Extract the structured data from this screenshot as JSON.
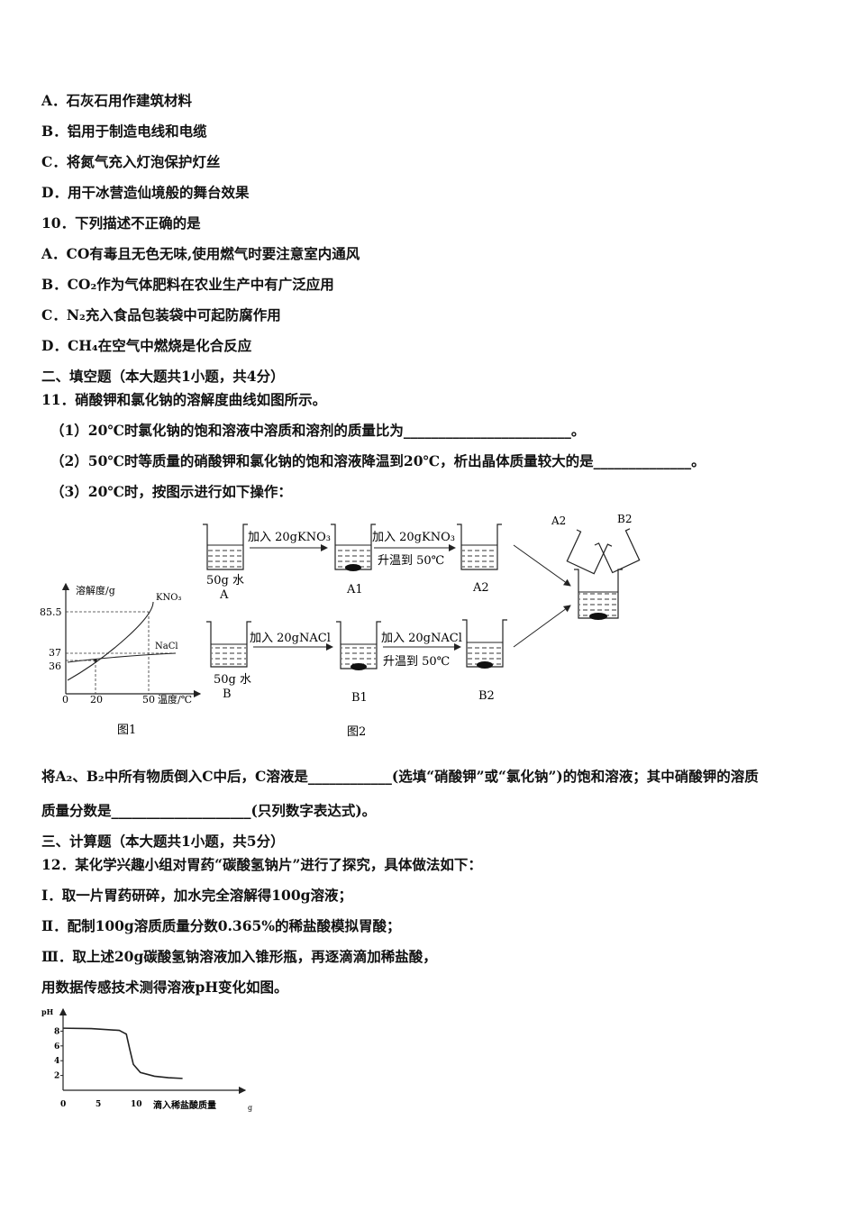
{
  "lines": [
    "A．石灰石用作建筑材料",
    "B．铝用于制造电线和电缆",
    "C．将氮气充入灯泡保护灯丝",
    "D．用干冰营造仙境般的舞台效果",
    "10．下列描述不正确的是",
    "A．CO有毒且无色无味,使用燃气时要注意室内通风",
    "B．CO₂作为气体肥料在农业生产中有广泛应用",
    "C．N₂充入食品包装袋中可起防腐作用",
    "D．CH₄在空气中燃烧是化合反应",
    "二、填空题（本大题共1小题，共4分）",
    "11．硝酸钾和氯化钠的溶解度曲线如图所示。",
    "（1）20℃时氯化钠的饱和溶液中溶质和溶剂的质量比为________________________。",
    "（2）50℃时等质量的硝酸钾和氯化钠的饱和溶液降温到20℃，析出晶体质量较大的是______________。",
    "（3）20℃时，按图示进行如下操作：",
    "将A₂、B₂中所有物质倒入C中后，C溶液是____________(选填“硝酸钾”或“氯化钠”)的饱和溶液；其中硝酸钾的溶质",
    "质量分数是____________________(只列数字表达式)。",
    "三、计算题（本大题共1小题，共5分）",
    "12．某化学兴趣小组对胃药“碳酸氢钠片”进行了探究，具体做法如下：",
    "Ⅰ．取一片胃药研碎，加水完全溶解得100g溶液；",
    "Ⅱ．配制100g溶质质量分数0.365%的稀盐酸模拟胃酸；",
    "Ⅲ．取上述20g碳酸氢钠溶液加入锥形瓶，再逐滴滴加稀盐酸，",
    "用数据传感技术测得溶液pH变化如图。"
  ],
  "fig1": {
    "ylabel": "溶解度/g",
    "xlabel": "温度/℃",
    "yticks": [
      "85.5",
      "37",
      "36"
    ],
    "xticks": [
      "0",
      "20",
      "50"
    ],
    "series": [
      "KNO₃",
      "NaCl"
    ],
    "caption": "图1"
  },
  "fig2": {
    "caption": "图2",
    "A_water": "50g 水",
    "A_label": "A",
    "B_water": "50g 水",
    "B_label": "B",
    "step_a1": "加入 20gKNO₃",
    "step_a2": "加入 20gKNO₃",
    "heat_a": "升温到 50℃",
    "A1": "A1",
    "A2": "A2",
    "step_b1": "加入 20gNACl",
    "step_b2": "加入 20gNACl",
    "heat_b": "升温到 50℃",
    "B1": "B1",
    "B2": "B2",
    "pour_a": "A2",
    "pour_b": "B2"
  },
  "chart_data": {
    "type": "line",
    "ylabel": "pH",
    "xlabel": "滴入稀盐酸质量",
    "xunit": "g",
    "xticks": [
      0,
      5,
      10
    ],
    "yticks": [
      2,
      4,
      6,
      8
    ],
    "series": [
      {
        "x": [
          0,
          4,
          8,
          9,
          9.5,
          10,
          11,
          13,
          15,
          17
        ],
        "values": [
          8.4,
          8.35,
          8.1,
          7.6,
          5.5,
          3.5,
          2.4,
          1.9,
          1.7,
          1.6
        ]
      }
    ]
  }
}
